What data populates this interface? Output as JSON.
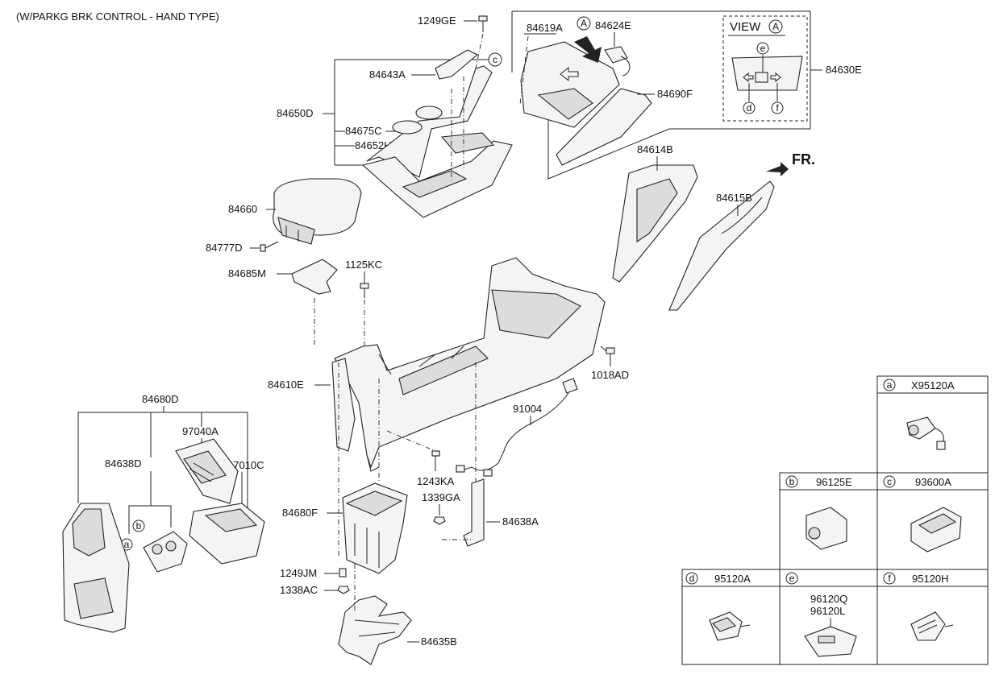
{
  "title": "(W/PARKG BRK CONTROL - HAND TYPE)",
  "view_label": "VIEW",
  "view_letter": "A",
  "front_label": "FR.",
  "parts": {
    "p1249GE": "1249GE",
    "p84619A": "84619A",
    "p84624E": "84624E",
    "p84630E": "84630E",
    "p84643A": "84643A",
    "p84650D": "84650D",
    "p84675C": "84675C",
    "p84652H": "84652H",
    "p84690F": "84690F",
    "p84614B": "84614B",
    "p84615B": "84615B",
    "p84660": "84660",
    "p84777D": "84777D",
    "p84685M": "84685M",
    "p1125KC": "1125KC",
    "p84610E": "84610E",
    "p1018AD": "1018AD",
    "p91004": "91004",
    "p84680D": "84680D",
    "p97040A": "97040A",
    "p84638D": "84638D",
    "p97010C": "97010C",
    "p1243KA": "1243KA",
    "p84680F": "84680F",
    "p1339GA": "1339GA",
    "p84638A": "84638A",
    "p1249JM": "1249JM",
    "p1338AC": "1338AC",
    "p84635B": "84635B"
  },
  "callouts": {
    "a": "a",
    "b": "b",
    "c": "c",
    "d": "d",
    "e": "e",
    "f": "f"
  },
  "table": {
    "a": "X95120A",
    "b": "96125E",
    "c": "93600A",
    "d": "95120A",
    "e1": "96120Q",
    "e2": "96120L",
    "f": "95120H"
  }
}
